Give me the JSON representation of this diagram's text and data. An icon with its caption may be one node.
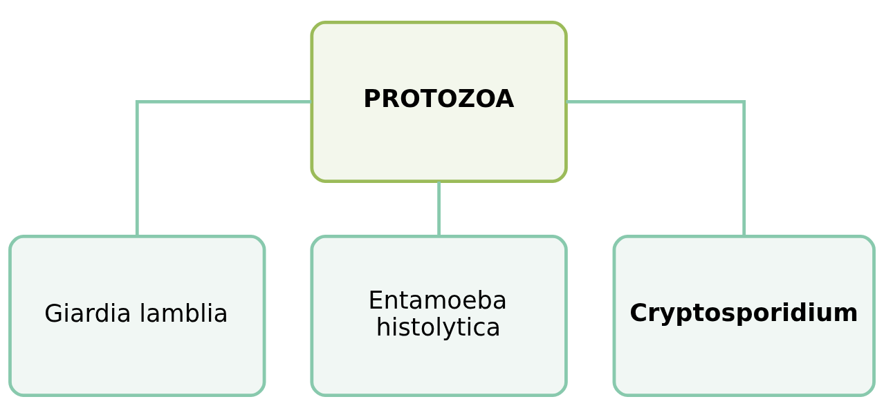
{
  "diagram": {
    "nodes": [
      {
        "text": [
          "PROTOZOA"
        ]
      },
      {
        "text": [
          "Giardia lamblia"
        ]
      },
      {
        "text": [
          "Entamoeba histolytica"
        ]
      },
      {
        "text": [
          "Cryptosporidium"
        ]
      }
    ],
    "edges": [
      {
        "from": 0,
        "to": 1,
        "arrow": "none"
      },
      {
        "from": 0,
        "to": 2,
        "arrow": "none"
      },
      {
        "from": 0,
        "to": 3,
        "arrow": "none"
      }
    ]
  }
}
